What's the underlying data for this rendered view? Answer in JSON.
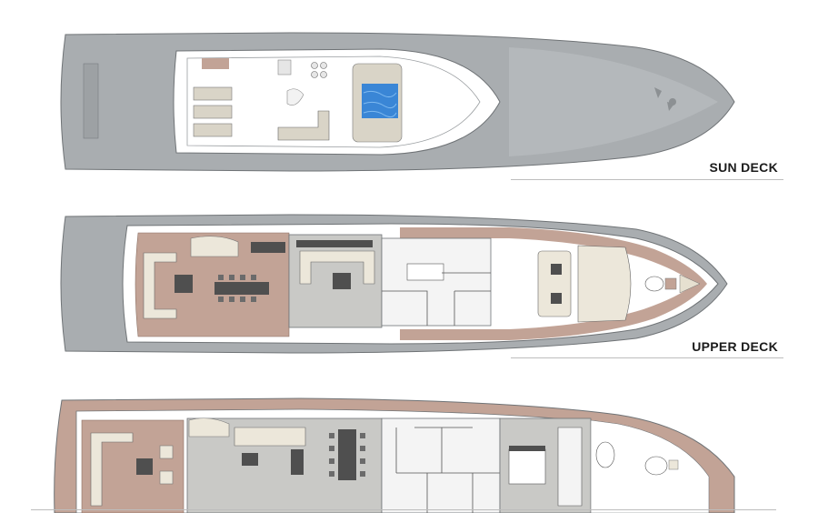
{
  "decks": [
    {
      "id": "sun",
      "label": "SUN DECK"
    },
    {
      "id": "upper",
      "label": "UPPER DECK"
    },
    {
      "id": "main",
      "label": ""
    }
  ],
  "colors": {
    "hull_gray": "#a9adb0",
    "hull_stroke": "#6f7376",
    "teak": "#c2a396",
    "teak_dark": "#a88678",
    "interior_gray": "#c9c9c6",
    "cushion": "#d9d4c7",
    "dark_furniture": "#4f4f4f",
    "pool": "#3a86d6",
    "label": "#1b1b1b"
  }
}
